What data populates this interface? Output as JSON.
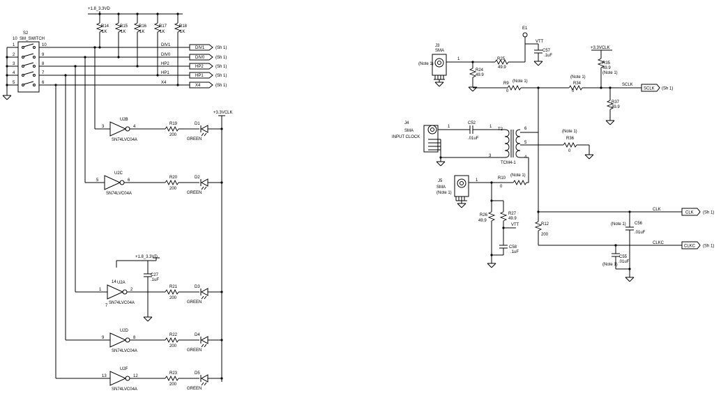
{
  "power": {
    "v18_33vd": "+1.8_3.3VD",
    "v33vclk": "+3.3VCLK",
    "vtt": "VTT"
  },
  "switch": {
    "ref": "S2",
    "name": "SM_SWITCH",
    "pin10": "10",
    "left_pins": [
      "1",
      "2",
      "3",
      "4",
      "5"
    ],
    "right_pins": [
      "10",
      "9",
      "8",
      "7",
      "6"
    ],
    "net_pins": [
      "10",
      "9",
      "8",
      "7",
      "6"
    ]
  },
  "pullups": [
    {
      "ref": "R14",
      "value": "1K"
    },
    {
      "ref": "R15",
      "value": "1K"
    },
    {
      "ref": "R16",
      "value": "1K"
    },
    {
      "ref": "R17",
      "value": "1K"
    },
    {
      "ref": "R18",
      "value": "1K"
    }
  ],
  "nets": [
    "DIV1",
    "DIV0",
    "HP2",
    "HP1",
    "X4"
  ],
  "ports": [
    "DIV1",
    "DIV0",
    "HP2",
    "HP1",
    "X4"
  ],
  "sheet_ref": "(Sh 1)",
  "inverters": [
    {
      "ref": "U2B",
      "part": "SN74LVC04A",
      "pin_in": "3",
      "pin_out": "4",
      "res": "R19",
      "res_val": "200",
      "led": "D1",
      "color": "GREEN"
    },
    {
      "ref": "U2C",
      "part": "SN74LVC04A",
      "pin_in": "5",
      "pin_out": "6",
      "res": "R20",
      "res_val": "200",
      "led": "D2",
      "color": "GREEN"
    },
    {
      "ref": "U2A",
      "part": "SN74LVC04A",
      "pin_in": "1",
      "pin_out": "2",
      "res": "R21",
      "res_val": "200",
      "led": "D3",
      "color": "GREEN"
    },
    {
      "ref": "U2D",
      "part": "SN74LVC04A",
      "pin_in": "9",
      "pin_out": "8",
      "res": "R22",
      "res_val": "200",
      "led": "D4",
      "color": "GREEN"
    },
    {
      "ref": "U2F",
      "part": "SN74LVC04A",
      "pin_in": "13",
      "pin_out": "12",
      "res": "R23",
      "res_val": "200",
      "led": "D5",
      "color": "GREEN"
    }
  ],
  "u2a_pins": {
    "vcc": "14",
    "gnd": "7"
  },
  "c27": {
    "ref": "C27",
    "value": ".1uF"
  },
  "clock": {
    "e1": "E1",
    "j3": {
      "ref": "J3",
      "type": "SMA",
      "note": "(Note 1)",
      "pin": "1"
    },
    "j4": {
      "ref": "J4",
      "type": "SMA",
      "label": "INPUT CLOCK",
      "pin": "1"
    },
    "j5": {
      "ref": "J5",
      "type": "SMA",
      "note": "(Note 1)",
      "pin": "1"
    },
    "r25": {
      "ref": "R25",
      "value": "49.9"
    },
    "r24": {
      "ref": "R24",
      "value": "49.9"
    },
    "r9": {
      "ref": "R9",
      "value": "0",
      "note": "(Note 1)"
    },
    "r34": {
      "ref": "R34",
      "value": "0",
      "note": "(Note 1)"
    },
    "r35": {
      "ref": "R35",
      "value": "49.9",
      "note": "(Note 1)"
    },
    "r37": {
      "ref": "R37",
      "value": "49.9"
    },
    "c57": {
      "ref": "C57",
      "value": ".1uF"
    },
    "c52": {
      "ref": "C52",
      "value": ".01uF"
    },
    "t2": {
      "ref": "T2",
      "part": "TCM4-1",
      "p1": "1",
      "p3": "3",
      "p4": "4",
      "p5": "5",
      "p6": "6"
    },
    "r36": {
      "ref": "R36",
      "value": "0",
      "note": "(Note 1)"
    },
    "r10": {
      "ref": "R10",
      "value": "0",
      "note": "(Note 1)"
    },
    "r26": {
      "ref": "R26",
      "value": "49.9"
    },
    "r27": {
      "ref": "R27",
      "value": "49.9"
    },
    "c58": {
      "ref": "C58",
      "value": ".1uF"
    },
    "r12": {
      "ref": "R12",
      "value": "200"
    },
    "c56": {
      "ref": "C56",
      "value": ".01uF",
      "note": "(Note 1)"
    },
    "c55": {
      "ref": "C55",
      "value": ".01uF",
      "note": "(Note 1)"
    },
    "sclk": "SCLK",
    "clk": "CLK",
    "clkc": "CLKC"
  }
}
